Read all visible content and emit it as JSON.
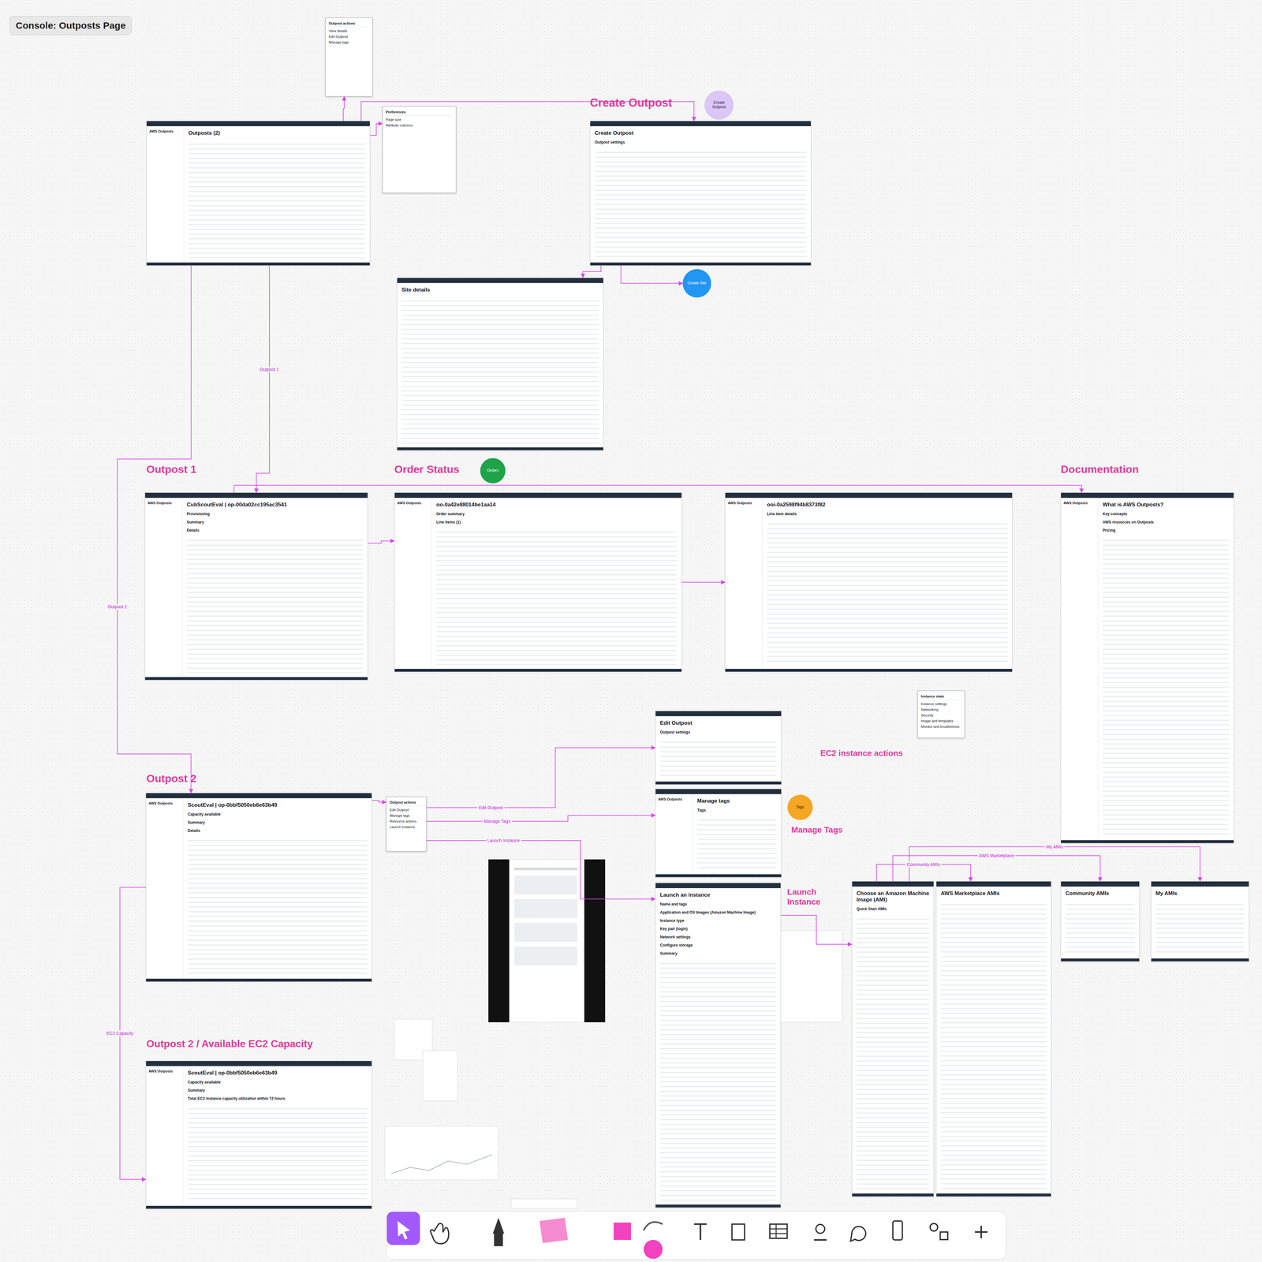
{
  "diagram": {
    "title": "Console: Outposts Page",
    "nodes": [
      {
        "text": [
          "AWS Outposts",
          "Outposts (2)"
        ]
      },
      {
        "text": [
          "Outpost actions",
          "View details",
          "Edit Outpost",
          "Manage tags"
        ]
      },
      {
        "text": [
          "Preferences",
          "Page size",
          "Attribute columns"
        ]
      },
      {
        "text": [
          "Create Outpost"
        ]
      },
      {
        "text": [
          "Create Outpost",
          "Outpost settings"
        ]
      },
      {
        "text": [
          "Create Site"
        ]
      },
      {
        "text": [
          "Site details"
        ]
      },
      {
        "text": [
          "AWS Outposts",
          "CubScoutEval | op-00da02cc195ac3541",
          "Provisioning",
          "Summary",
          "Details"
        ]
      },
      {
        "text": [
          "Orders"
        ]
      },
      {
        "text": [
          "AWS Outposts",
          "oo-0a42e88014be1aa14",
          "Order summary",
          "Line items (1)"
        ]
      },
      {
        "text": [
          "AWS Outposts",
          "ooi-0a2598f94b8373f82",
          "Line item details"
        ]
      },
      {
        "text": [
          "AWS Outposts",
          "What is AWS Outposts?",
          "Key concepts",
          "AWS resources on Outposts",
          "Pricing"
        ]
      },
      {
        "text": [
          "AWS Outposts",
          "ScoutEval | op-0bbf5050eb6e63b49",
          "Capacity available",
          "Summary",
          "Details"
        ]
      },
      {
        "text": [
          "Outpost actions",
          "Edit Outpost",
          "Manage tags",
          "Resource actions",
          "Launch instance"
        ]
      },
      {
        "text": [
          "Edit Outpost",
          "Outpost settings"
        ]
      },
      {
        "text": [
          "Tags"
        ]
      },
      {
        "text": [
          "AWS Outposts",
          "Manage tags",
          "Tags"
        ]
      },
      {
        "text": [
          "Launch an instance",
          "Name and tags",
          "Application and OS Images (Amazon Machine Image)",
          "Instance type",
          "Key pair (login)",
          "Network settings",
          "Configure storage",
          "Summary"
        ]
      },
      {
        "text": [
          "Instance state",
          "Instance settings",
          "Networking",
          "Security",
          "Image and templates",
          "Monitor and troubleshoot"
        ]
      },
      {
        "text": [
          "Choose an Amazon Machine Image (AMI)",
          "Quick Start AMIs"
        ]
      },
      {
        "text": [
          "AWS Marketplace AMIs"
        ]
      },
      {
        "text": [
          "Community AMIs"
        ]
      },
      {
        "text": [
          "My AMIs"
        ]
      },
      {
        "text": [
          "AWS Outposts",
          "ScoutEval | op-0bbf5050eb6e63b49",
          "Capacity available",
          "Summary",
          "Total EC2 instance capacity utilization within 72 hours"
        ]
      }
    ],
    "edges": [
      {
        "from": 0,
        "to": 7,
        "label": "Outpost 1",
        "arrow": "to"
      },
      {
        "from": 0,
        "to": 12,
        "label": "Outpost 2",
        "arrow": "to"
      },
      {
        "from": 0,
        "to": 4,
        "arrow": "to"
      },
      {
        "from": 0,
        "to": 1,
        "arrow": "to"
      },
      {
        "from": 0,
        "to": 2,
        "arrow": "to"
      },
      {
        "from": 4,
        "to": 5,
        "arrow": "to"
      },
      {
        "from": 4,
        "to": 6,
        "arrow": "to"
      },
      {
        "from": 7,
        "to": 9,
        "arrow": "to"
      },
      {
        "from": 9,
        "to": 10,
        "arrow": "to"
      },
      {
        "from": 7,
        "to": 11,
        "arrow": "to"
      },
      {
        "from": 12,
        "to": 13,
        "arrow": "to"
      },
      {
        "from": 13,
        "to": 14,
        "label": "Edit Outpost",
        "arrow": "to"
      },
      {
        "from": 13,
        "to": 16,
        "label": "Manage Tags",
        "arrow": "to"
      },
      {
        "from": 13,
        "to": 17,
        "label": "Launch Instance",
        "arrow": "to"
      },
      {
        "from": 12,
        "to": 23,
        "label": "EC2 Capacity",
        "arrow": "to"
      },
      {
        "from": 17,
        "to": 19,
        "arrow": "to"
      },
      {
        "from": 19,
        "to": 20,
        "label": "Community AMIs",
        "arrow": "to"
      },
      {
        "from": 19,
        "to": 21,
        "label": "AWS Marketplace",
        "arrow": "to"
      },
      {
        "from": 19,
        "to": 22,
        "label": "My AMIs",
        "arrow": "to"
      }
    ],
    "labels": [
      "Create Outpost",
      "Outpost 1",
      "Order Status",
      "Documentation",
      "Outpost 2",
      "Outpost 2 / Available EC2 Capacity",
      "EC2 instance actions",
      "Manage Tags",
      "Launch Instance"
    ]
  }
}
